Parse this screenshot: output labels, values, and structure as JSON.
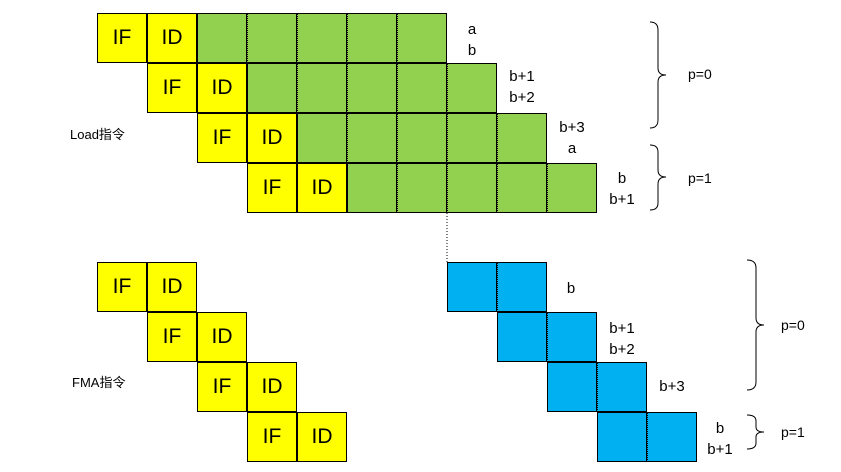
{
  "stage_labels": {
    "if": "IF",
    "id": "ID"
  },
  "section_labels": {
    "load": "Load指令",
    "fma": "FMA指令"
  },
  "load_notes": [
    {
      "line1": "a",
      "line2": "b"
    },
    {
      "line1": "b+1",
      "line2": "b+2"
    },
    {
      "line1": "b+3",
      "line2": "a"
    },
    {
      "line1": "b",
      "line2": "b+1"
    }
  ],
  "fma_notes": [
    {
      "line1": "b",
      "line2": ""
    },
    {
      "line1": "b+1",
      "line2": "b+2"
    },
    {
      "line1": "b+3",
      "line2": ""
    },
    {
      "line1": "b",
      "line2": "b+1"
    }
  ],
  "load_groups": [
    {
      "label": "p=0"
    },
    {
      "label": "p=1"
    }
  ],
  "fma_groups": [
    {
      "label": "p=0"
    },
    {
      "label": "p=1"
    }
  ],
  "colors": {
    "decode": "#ffff00",
    "load_exec": "#92d050",
    "fma_exec": "#00b0f0",
    "border": "#000000"
  }
}
